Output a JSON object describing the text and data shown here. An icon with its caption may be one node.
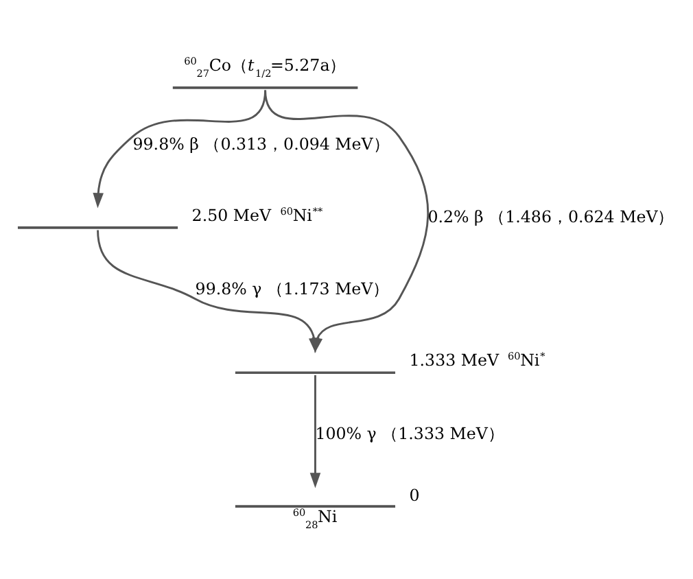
{
  "diagram": {
    "nodes": [
      {
        "text": [
          "$^{60}$$_{27}$Co（*t*$_{1/2}$=5.27a）"
        ]
      },
      {
        "text": [
          "2.50 MeV $^{60}$Ni$^{**}$"
        ]
      },
      {
        "text": [
          "1.333 MeV $^{60}$Ni$^{*}$"
        ]
      },
      {
        "text": [
          "0",
          "$^{60}$$_{28}$Ni"
        ]
      }
    ],
    "edges": [
      {
        "from": 0,
        "to": 1,
        "arrow": "to",
        "label": "99.8% β （0.313，0.094 MeV）"
      },
      {
        "from": 0,
        "to": 2,
        "arrow": "to",
        "label": "0.2% β （1.486，0.624 MeV）"
      },
      {
        "from": 1,
        "to": 2,
        "arrow": "to",
        "label": "99.8% γ （1.173 MeV）"
      },
      {
        "from": 2,
        "to": 3,
        "arrow": "to",
        "label": "100% γ （1.333 MeV）"
      }
    ]
  }
}
